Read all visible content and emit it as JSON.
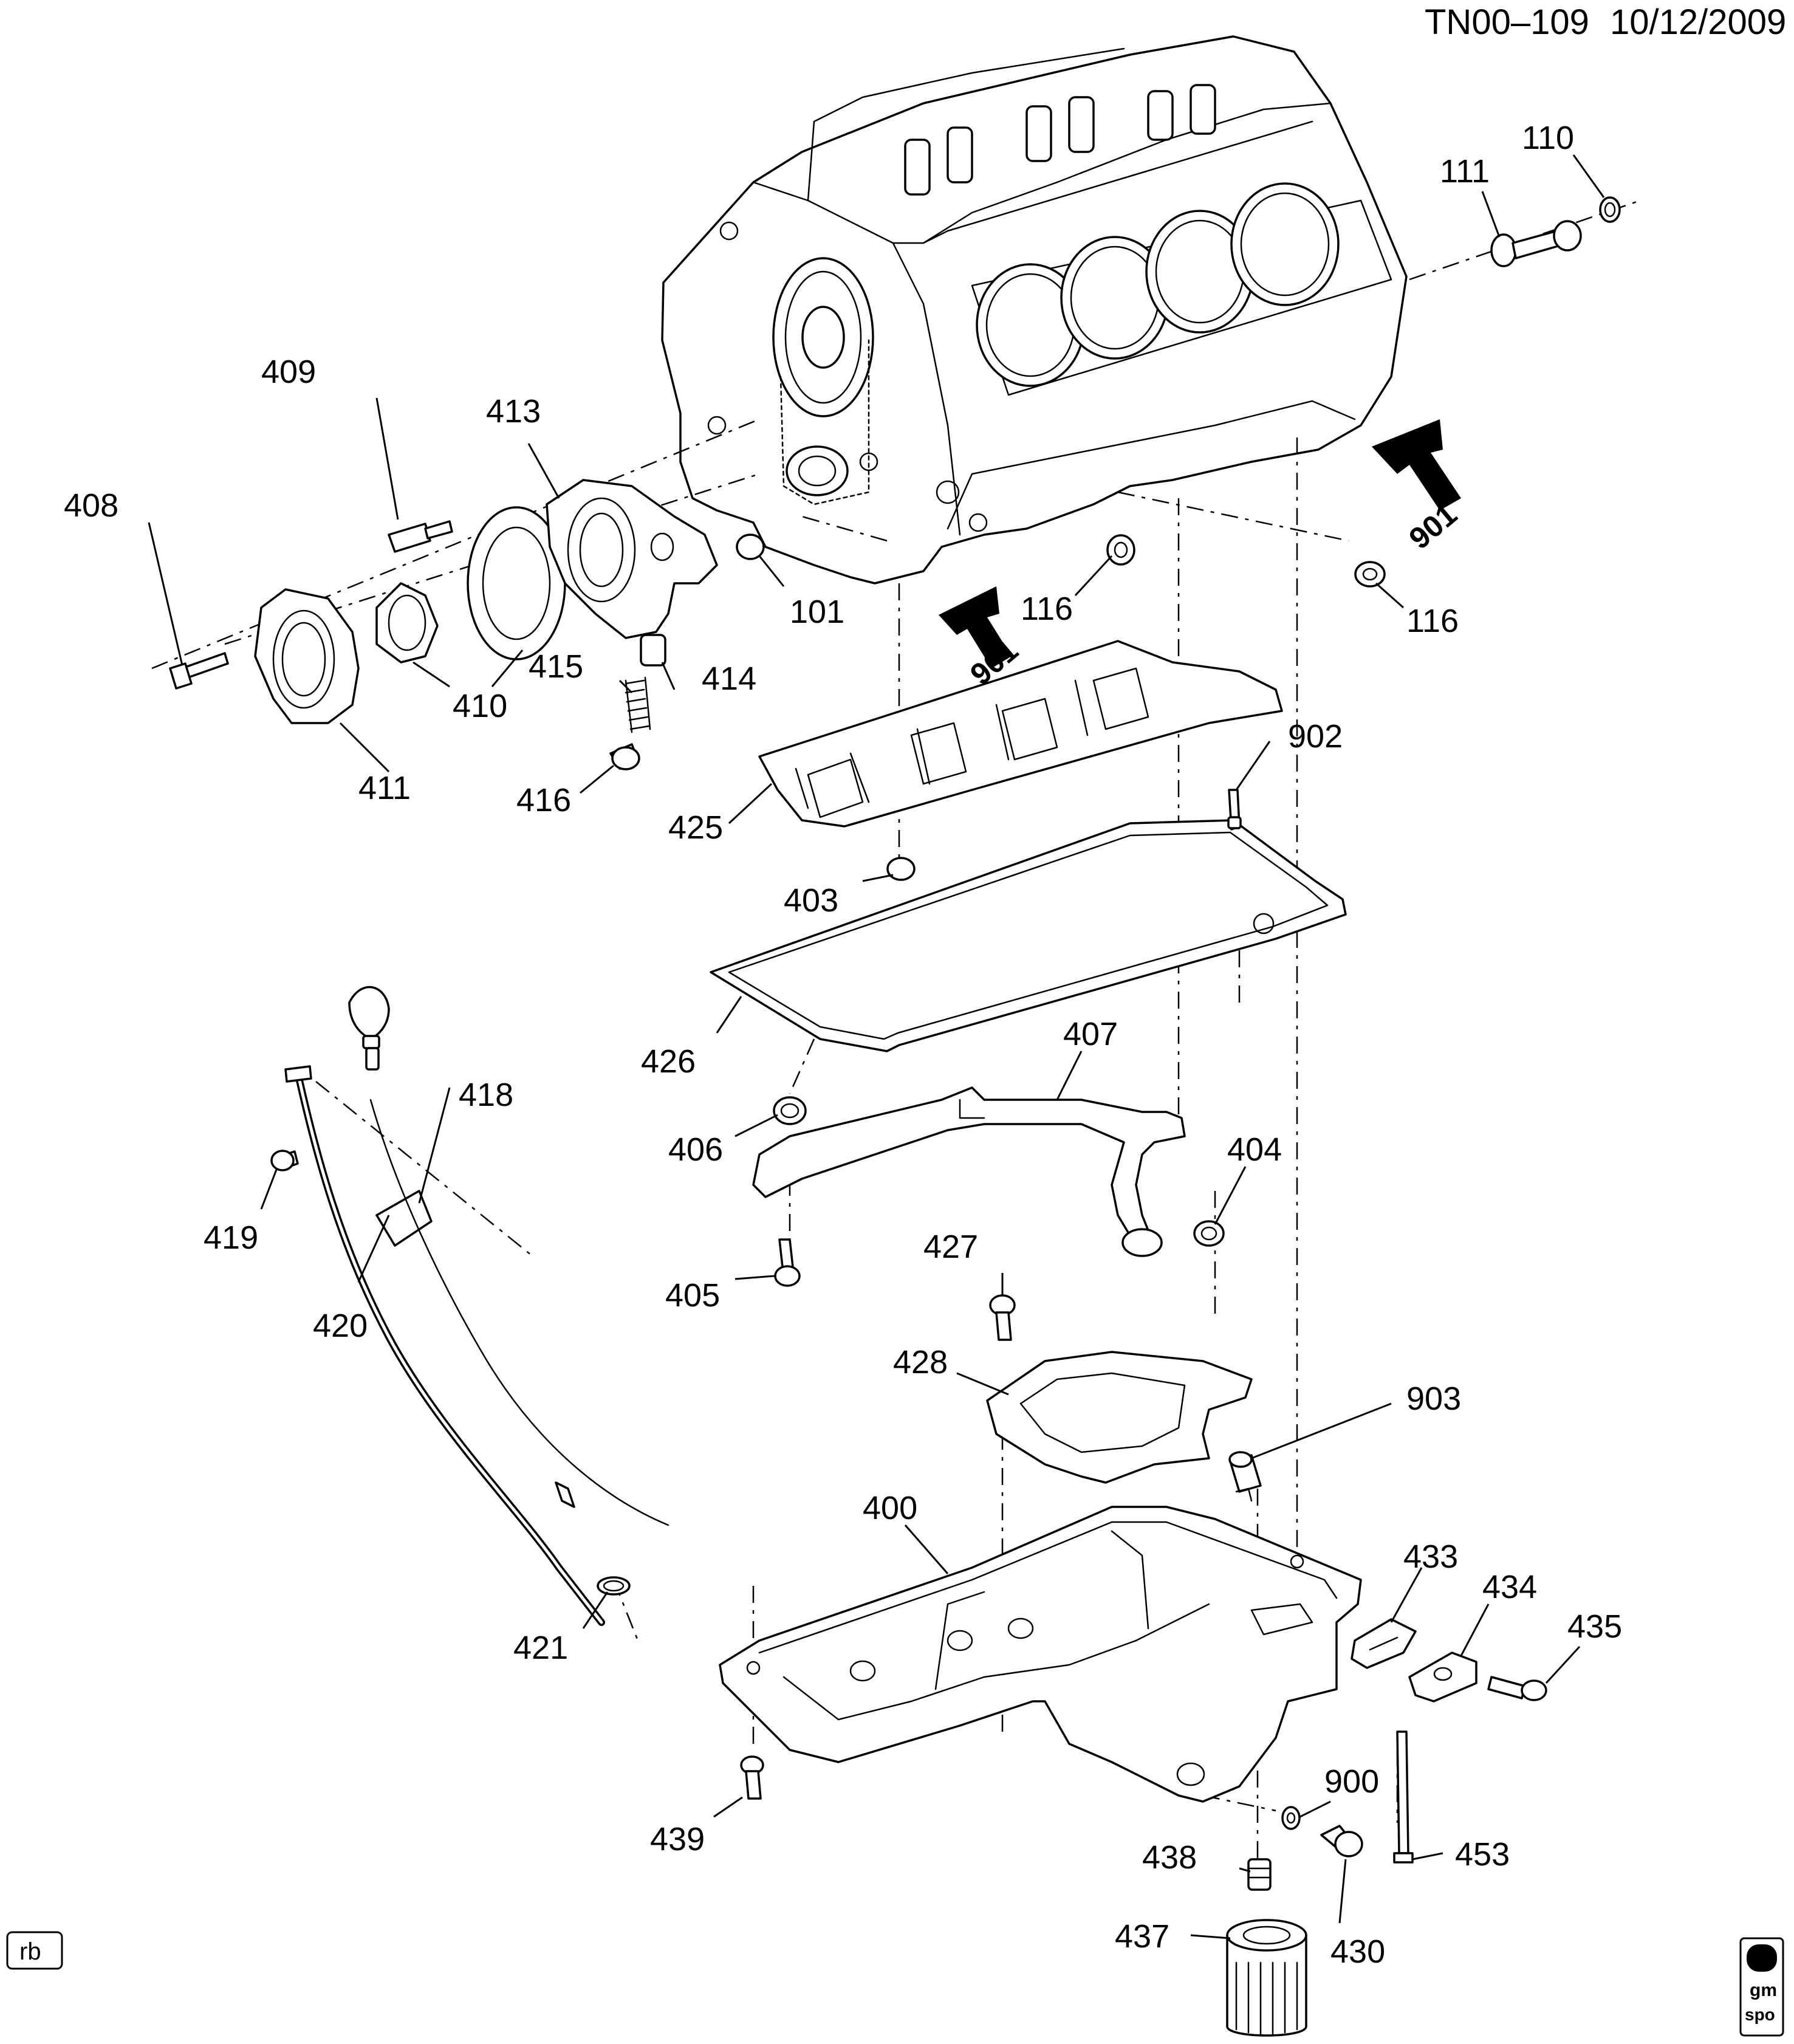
{
  "header": {
    "code": "TN00–109",
    "date": "10/12/2009"
  },
  "parts": [
    {
      "id": "p101",
      "label": "101"
    },
    {
      "id": "p110",
      "label": "110"
    },
    {
      "id": "p111",
      "label": "111"
    },
    {
      "id": "p116a",
      "label": "116"
    },
    {
      "id": "p116b",
      "label": "116"
    },
    {
      "id": "p400",
      "label": "400"
    },
    {
      "id": "p403",
      "label": "403"
    },
    {
      "id": "p404",
      "label": "404"
    },
    {
      "id": "p405",
      "label": "405"
    },
    {
      "id": "p406",
      "label": "406"
    },
    {
      "id": "p407",
      "label": "407"
    },
    {
      "id": "p408",
      "label": "408"
    },
    {
      "id": "p409",
      "label": "409"
    },
    {
      "id": "p410",
      "label": "410"
    },
    {
      "id": "p411",
      "label": "411"
    },
    {
      "id": "p413",
      "label": "413"
    },
    {
      "id": "p414",
      "label": "414"
    },
    {
      "id": "p415",
      "label": "415"
    },
    {
      "id": "p416",
      "label": "416"
    },
    {
      "id": "p418",
      "label": "418"
    },
    {
      "id": "p419",
      "label": "419"
    },
    {
      "id": "p420",
      "label": "420"
    },
    {
      "id": "p421",
      "label": "421"
    },
    {
      "id": "p425",
      "label": "425"
    },
    {
      "id": "p426",
      "label": "426"
    },
    {
      "id": "p427",
      "label": "427"
    },
    {
      "id": "p428",
      "label": "428"
    },
    {
      "id": "p430",
      "label": "430"
    },
    {
      "id": "p433",
      "label": "433"
    },
    {
      "id": "p434",
      "label": "434"
    },
    {
      "id": "p435",
      "label": "435"
    },
    {
      "id": "p437",
      "label": "437"
    },
    {
      "id": "p438",
      "label": "438"
    },
    {
      "id": "p439",
      "label": "439"
    },
    {
      "id": "p453",
      "label": "453"
    },
    {
      "id": "p900",
      "label": "900"
    },
    {
      "id": "p902",
      "label": "902"
    },
    {
      "id": "p903",
      "label": "903"
    }
  ],
  "view_arrows": [
    {
      "id": "a901a",
      "label": "901"
    },
    {
      "id": "a901b",
      "label": "901"
    }
  ],
  "corner_marks": {
    "left_box": "rb",
    "right_logo_top": "gm",
    "right_logo_bottom": "spo"
  }
}
